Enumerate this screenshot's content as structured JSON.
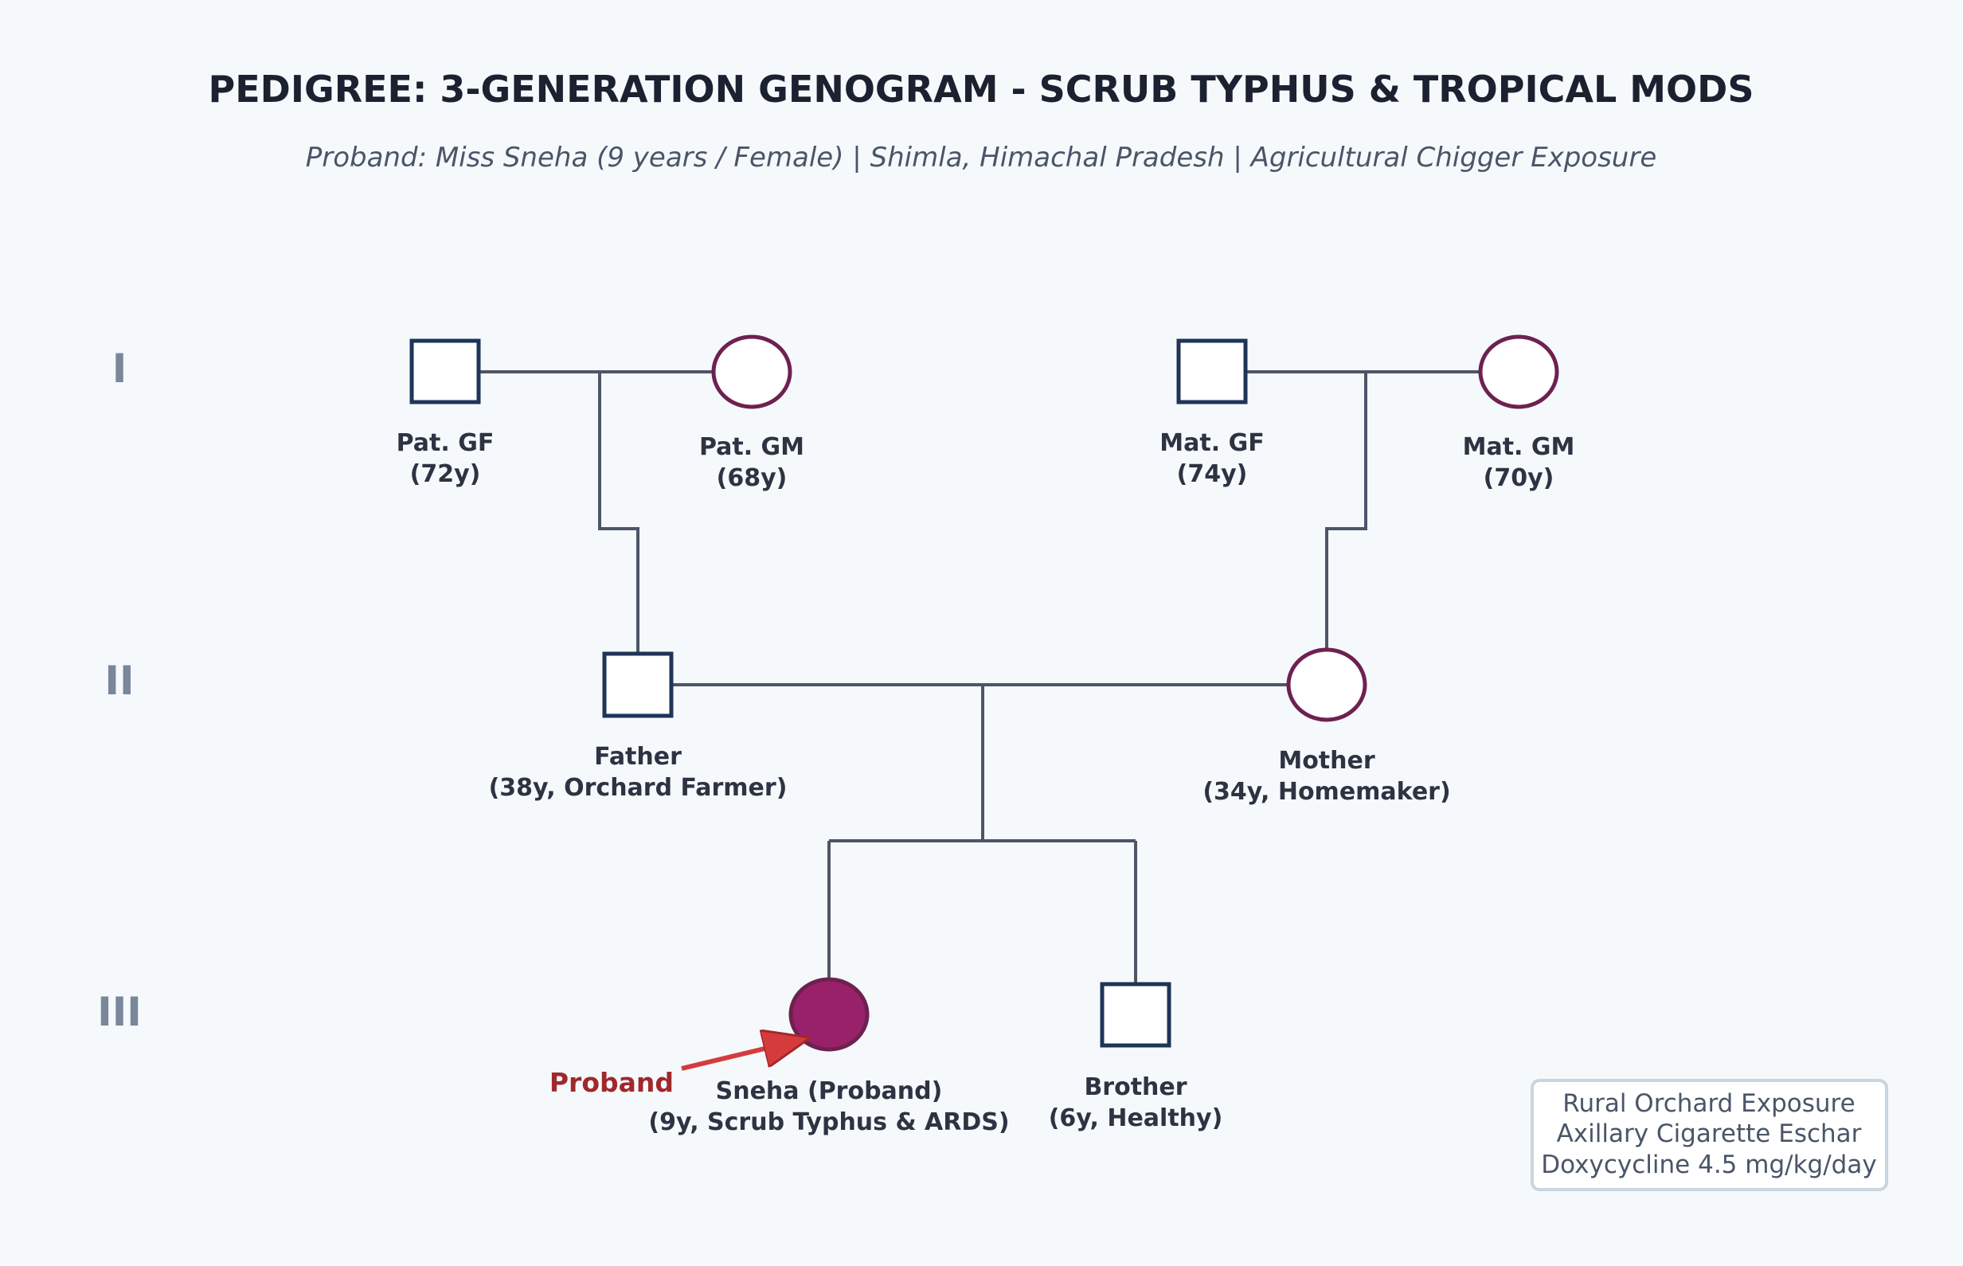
{
  "title": "PEDIGREE: 3-GENERATION GENOGRAM - SCRUB TYPHUS & TROPICAL MODS",
  "subtitle": "Proband: Miss Sneha (9 years / Female) | Shimla, Himachal Pradesh | Agricultural Chigger Exposure",
  "generations": [
    "I",
    "II",
    "III"
  ],
  "members": {
    "pat_gf": {
      "sex": "male",
      "affected": false,
      "line1": "Pat. GF",
      "line2": "(72y)"
    },
    "pat_gm": {
      "sex": "female",
      "affected": false,
      "line1": "Pat. GM",
      "line2": "(68y)"
    },
    "mat_gf": {
      "sex": "male",
      "affected": false,
      "line1": "Mat. GF",
      "line2": "(74y)"
    },
    "mat_gm": {
      "sex": "female",
      "affected": false,
      "line1": "Mat. GM",
      "line2": "(70y)"
    },
    "father": {
      "sex": "male",
      "affected": false,
      "line1": "Father",
      "line2": "(38y, Orchard Farmer)"
    },
    "mother": {
      "sex": "female",
      "affected": false,
      "line1": "Mother",
      "line2": "(34y, Homemaker)"
    },
    "proband": {
      "sex": "female",
      "affected": true,
      "line1": "Sneha (Proband)",
      "line2": "(9y, Scrub Typhus & ARDS)"
    },
    "brother": {
      "sex": "male",
      "affected": false,
      "line1": "Brother",
      "line2": "(6y, Healthy)"
    }
  },
  "proband_marker": "Proband",
  "notes": [
    "Rural Orchard Exposure",
    "Axillary Cigarette Eschar",
    "Doxycycline 4.5 mg/kg/day"
  ],
  "colors": {
    "male_stroke": "#1e3558",
    "female_stroke": "#6e2150",
    "affected_fill": "#99216a",
    "arrow": "#d63b3b",
    "line": "#4d5668"
  }
}
